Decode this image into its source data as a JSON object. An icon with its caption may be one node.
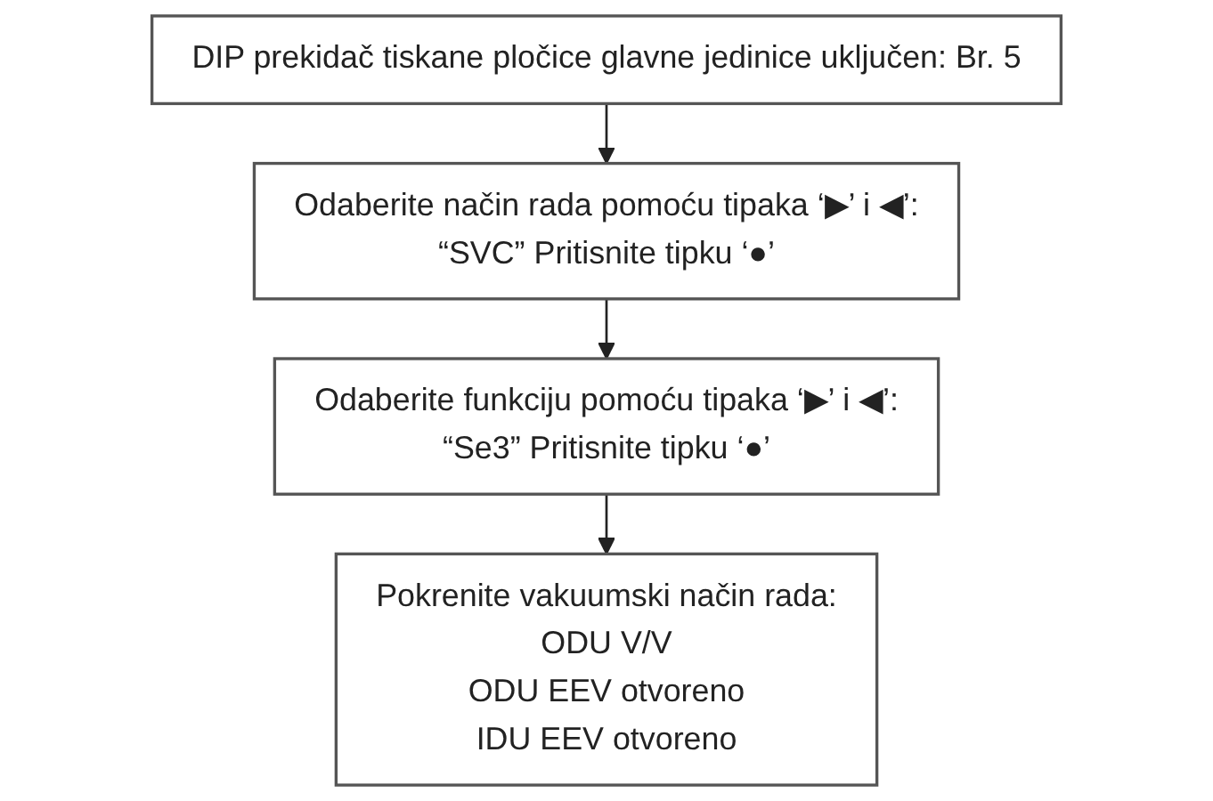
{
  "diagram": {
    "nodes": [
      {
        "text": [
          "DIP prekidač tiskane pločice glavne jedinice uključen: Br. 5"
        ]
      },
      {
        "text": [
          "Odaberite način rada pomoću tipaka ‘▶’ i ◀’:",
          "“SVC” Pritisnite tipku ‘●’"
        ]
      },
      {
        "text": [
          "Odaberite funkciju pomoću tipaka ‘▶’ i ◀’:",
          "“Se3” Pritisnite tipku ‘●’"
        ]
      },
      {
        "text": [
          "Pokrenite vakuumski način rada:",
          "ODU V/V",
          "ODU EEV otvoreno",
          "IDU EEV otvoreno"
        ]
      }
    ],
    "edges": [
      {
        "from": 0,
        "to": 1,
        "arrow": "to"
      },
      {
        "from": 1,
        "to": 2,
        "arrow": "to"
      },
      {
        "from": 2,
        "to": 3,
        "arrow": "to"
      }
    ]
  }
}
